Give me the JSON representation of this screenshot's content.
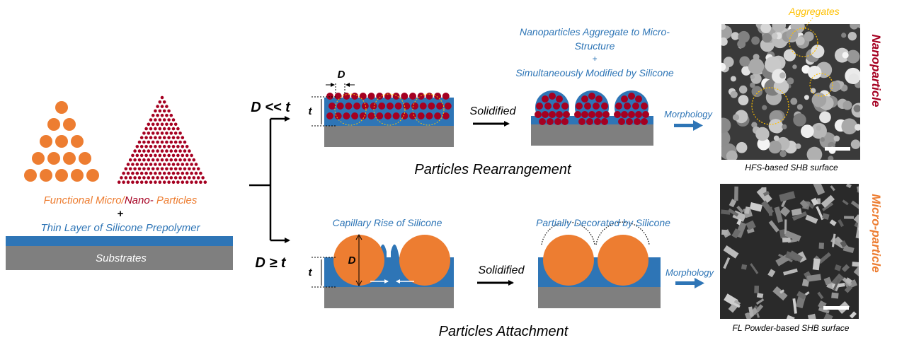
{
  "colors": {
    "orange": "#ED7D31",
    "dark_red": "#A50021",
    "blue_layer": "#2E75B6",
    "substrate_gray": "#7F7F7F",
    "text_blue": "#2E75B6",
    "arrow_blue": "#2E75B6",
    "aggregate_circle": "#FFC000",
    "black": "#000000",
    "sem_bg": "#3a3a3a"
  },
  "left_panel": {
    "label_micro": "Functional Micro/",
    "label_nano": "Nano-",
    "label_particles": " Particles",
    "plus": "+",
    "thin_layer": "Thin Layer of Silicone Prepolymer",
    "substrates": "Substrates"
  },
  "branches": {
    "top_condition": "D << t",
    "bottom_condition": "D ≥ t"
  },
  "top_row": {
    "dim_D": "D",
    "dim_t": "t",
    "solidified": "Solidified",
    "title_line1": "Nanoparticles Aggregate to Micro-",
    "title_line2": "Structure",
    "title_plus": "+",
    "title_line3": "Simultaneously Modified by Silicone",
    "morphology": "Morphology",
    "caption": "Particles Rearrangement",
    "sem_caption": "HFS-based SHB surface",
    "aggregates_label": "Aggregates",
    "side_label": "Nanoparticle"
  },
  "bottom_row": {
    "dim_D": "D",
    "dim_t": "t",
    "capillary": "Capillary Rise of Silicone",
    "solidified": "Solidified",
    "partially": "Partially Decorated by Silicone",
    "morphology": "Morphology",
    "caption": "Particles Attachment",
    "sem_caption": "FL Powder-based SHB surface",
    "side_label": "Micro-particle"
  },
  "icons": {
    "flow_arrow": "right-arrow-icon",
    "morphology_arrow": "blue-right-arrow-icon"
  }
}
